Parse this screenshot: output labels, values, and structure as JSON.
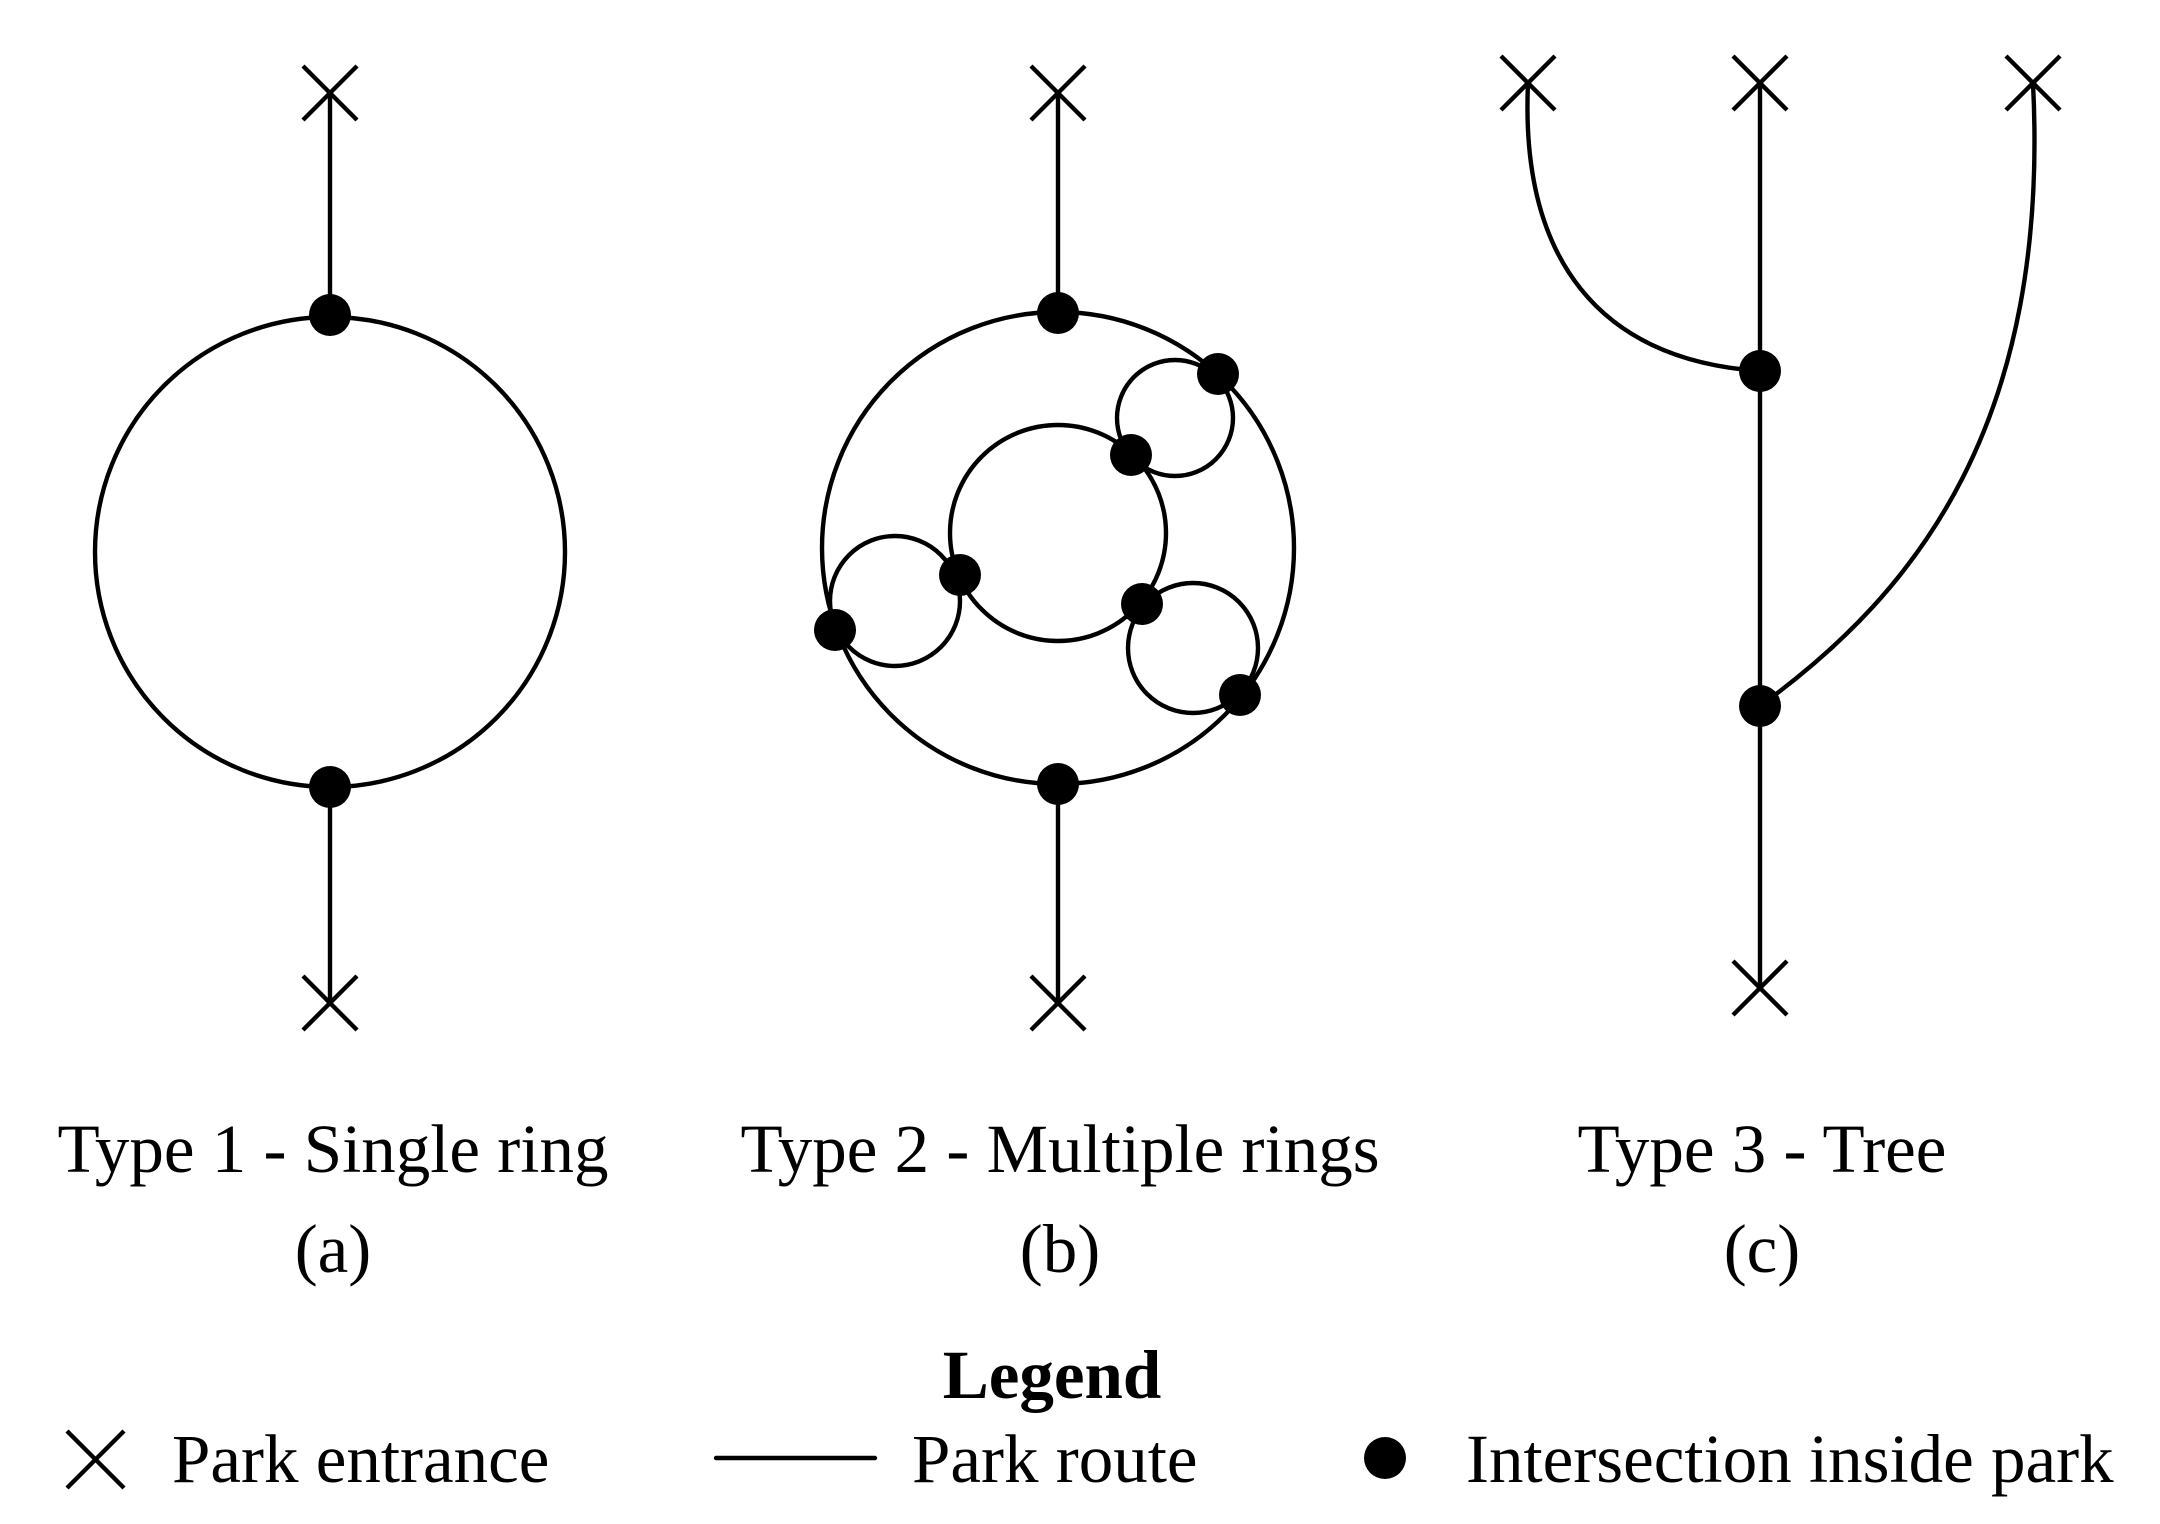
{
  "panels": [
    {
      "type_label": "Type 1 - Single ring",
      "sub_label": "(a)"
    },
    {
      "type_label": "Type 2 - Multiple rings",
      "sub_label": "(b)"
    },
    {
      "type_label": "Type 3 - Tree",
      "sub_label": "(c)"
    }
  ],
  "legend": {
    "title": "Legend",
    "entrance_label": "Park entrance",
    "route_label": "Park route",
    "intersection_label": "Intersection inside park"
  },
  "colors": {
    "ink": "#000000",
    "background": "#ffffff"
  },
  "icons": {
    "entrance": "x-cross-icon",
    "route": "line-icon",
    "intersection": "filled-dot-icon"
  }
}
